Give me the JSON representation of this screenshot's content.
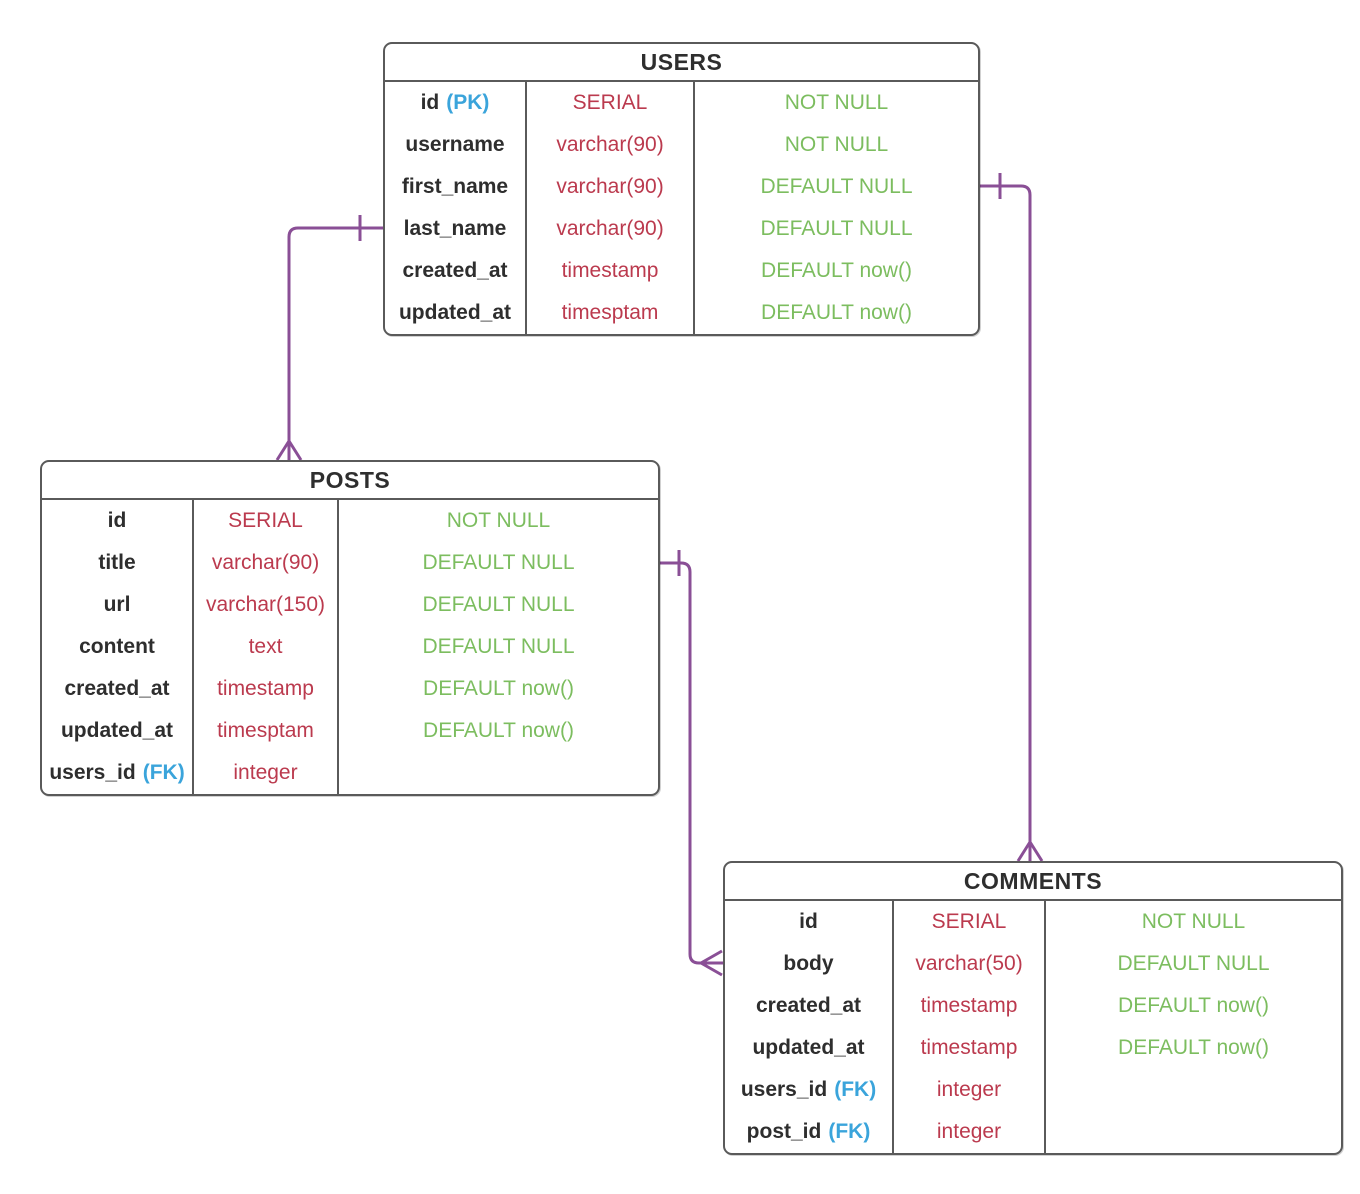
{
  "diagram": {
    "type": "entity-relationship-diagram",
    "colors": {
      "background": "#ffffff",
      "table_border": "#5a5a5a",
      "field_text": "#2e2e2e",
      "key_badge": "#3aa4db",
      "data_type": "#bb3a4e",
      "constraint": "#7cbd5f",
      "relation_line": "#8a4f96"
    },
    "tables": [
      {
        "id": "users",
        "title": "USERS",
        "rows": [
          {
            "field": "id",
            "key": "(PK)",
            "type": "SERIAL",
            "constraint": "NOT NULL"
          },
          {
            "field": "username",
            "key": "",
            "type": "varchar(90)",
            "constraint": "NOT NULL"
          },
          {
            "field": "first_name",
            "key": "",
            "type": "varchar(90)",
            "constraint": "DEFAULT NULL"
          },
          {
            "field": "last_name",
            "key": "",
            "type": "varchar(90)",
            "constraint": "DEFAULT NULL"
          },
          {
            "field": "created_at",
            "key": "",
            "type": "timestamp",
            "constraint": "DEFAULT now()"
          },
          {
            "field": "updated_at",
            "key": "",
            "type": "timesptam",
            "constraint": "DEFAULT now()"
          }
        ]
      },
      {
        "id": "posts",
        "title": "POSTS",
        "rows": [
          {
            "field": "id",
            "key": "",
            "type": "SERIAL",
            "constraint": "NOT NULL"
          },
          {
            "field": "title",
            "key": "",
            "type": "varchar(90)",
            "constraint": "DEFAULT NULL"
          },
          {
            "field": "url",
            "key": "",
            "type": "varchar(150)",
            "constraint": "DEFAULT NULL"
          },
          {
            "field": "content",
            "key": "",
            "type": "text",
            "constraint": "DEFAULT NULL"
          },
          {
            "field": "created_at",
            "key": "",
            "type": "timestamp",
            "constraint": "DEFAULT now()"
          },
          {
            "field": "updated_at",
            "key": "",
            "type": "timesptam",
            "constraint": "DEFAULT now()"
          },
          {
            "field": "users_id",
            "key": "(FK)",
            "type": "integer",
            "constraint": ""
          }
        ]
      },
      {
        "id": "comments",
        "title": "COMMENTS",
        "rows": [
          {
            "field": "id",
            "key": "",
            "type": "SERIAL",
            "constraint": "NOT NULL"
          },
          {
            "field": "body",
            "key": "",
            "type": "varchar(50)",
            "constraint": "DEFAULT NULL"
          },
          {
            "field": "created_at",
            "key": "",
            "type": "timestamp",
            "constraint": "DEFAULT now()"
          },
          {
            "field": "updated_at",
            "key": "",
            "type": "timestamp",
            "constraint": "DEFAULT now()"
          },
          {
            "field": "users_id",
            "key": "(FK)",
            "type": "integer",
            "constraint": ""
          },
          {
            "field": "post_id",
            "key": "(FK)",
            "type": "integer",
            "constraint": ""
          }
        ]
      }
    ],
    "relations": [
      {
        "one_end": "USERS",
        "many_end": "POSTS",
        "one_marker": "tick",
        "many_marker": "crow-foot"
      },
      {
        "one_end": "USERS",
        "many_end": "COMMENTS",
        "one_marker": "tick",
        "many_marker": "crow-foot"
      },
      {
        "one_end": "POSTS",
        "many_end": "COMMENTS",
        "one_marker": "tick",
        "many_marker": "crow-foot"
      }
    ]
  }
}
